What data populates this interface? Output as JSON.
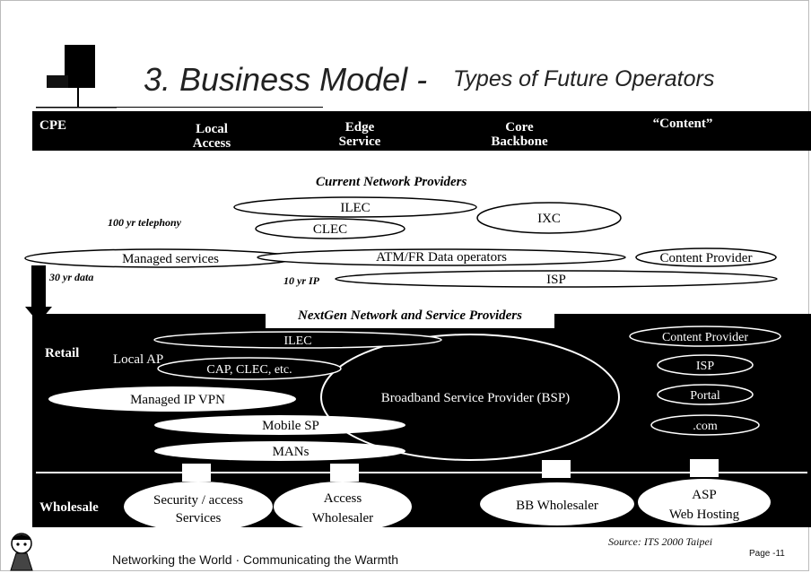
{
  "title": {
    "main": "3. Business Model -",
    "subtitle": "Types of Future Operators"
  },
  "header": {
    "columns": [
      {
        "line1": "CPE",
        "line2": ""
      },
      {
        "line1": "Local",
        "line2": "Access"
      },
      {
        "line1": "Edge",
        "line2": "Service"
      },
      {
        "line1": "Core",
        "line2": "Backbone"
      },
      {
        "line1": "“Content”",
        "line2": ""
      }
    ]
  },
  "current": {
    "title": "Current Network Providers",
    "eras": {
      "telephony": "100 yr telephony",
      "data": "30 yr data",
      "ip": "10 yr IP"
    },
    "ovals": {
      "ilec": "ILEC",
      "clec": "CLEC",
      "ixc": "IXC",
      "managed": "Managed services",
      "atm": "ATM/FR Data operators",
      "content": "Content Provider",
      "isp": "ISP"
    }
  },
  "nextgen": {
    "title": "NextGen Network and Service Providers",
    "retail_label": "Retail",
    "local_ap_label": "Local AP",
    "wholesale_label": "Wholesale",
    "ovals": {
      "ilec": "ILEC",
      "cap": "CAP, CLEC, etc.",
      "vpn": "Managed IP VPN",
      "bsp": "Broadband Service Provider (BSP)",
      "mobile": "Mobile SP",
      "mans": "MANs",
      "content": "Content Provider",
      "isp": "ISP",
      "portal": "Portal",
      "dotcom": ".com"
    },
    "wholesale": {
      "security": {
        "line1": "Security / access",
        "line2": "Services"
      },
      "access": {
        "line1": "Access",
        "line2": "Wholesaler"
      },
      "bb": {
        "line1": "BB Wholesaler"
      },
      "asp": {
        "line1": "ASP",
        "line2": "Web Hosting"
      }
    }
  },
  "footer": {
    "tagline": "Networking the World · Communicating the Warmth",
    "source": "Source: ITS 2000 Taipei",
    "page": "Page -11"
  }
}
